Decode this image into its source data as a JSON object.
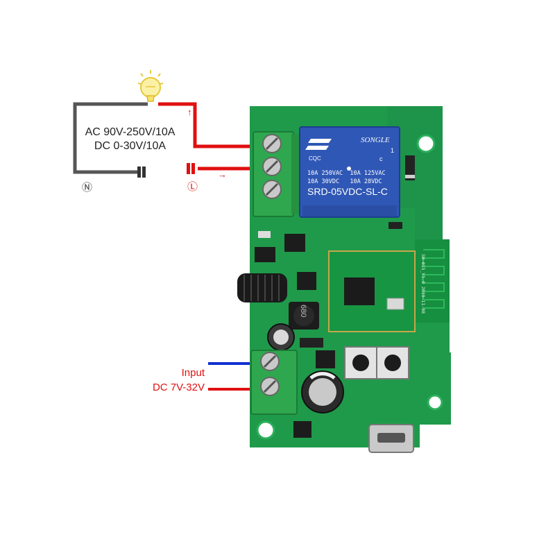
{
  "wiring": {
    "ac_rating": "AC 90V-250V/10A",
    "dc_rating": "DC 0-30V/10A",
    "neutral_symbol": "Ⓝ",
    "live_symbol": "Ⓛ",
    "arrow_up": "↑",
    "arrow_right": "→",
    "input_label": "Input",
    "input_voltage": "DC 7V-32V"
  },
  "relay": {
    "brand": "SONGLE",
    "model": "SRD-05VDC-SL-C",
    "rating_row1": "10A 250VAC  10A 125VAC",
    "rating_row2": "10A 30VDC   10A 28VDC",
    "cqc_mark": "CQC",
    "c_mark": "c",
    "us_mark": "1"
  },
  "board": {
    "inductor_code": "680",
    "module_label": "SW-015_V1.0 2019-11-08"
  },
  "colors": {
    "pcb": "#1f9a4a",
    "pcb_dark": "#17803c",
    "terminal": "#2fa74f",
    "relay": "#2f57b5",
    "wire_live": "#e01010",
    "wire_neutral": "#555555",
    "wire_negative": "#1030d0",
    "bulb": "#f5e36a"
  }
}
